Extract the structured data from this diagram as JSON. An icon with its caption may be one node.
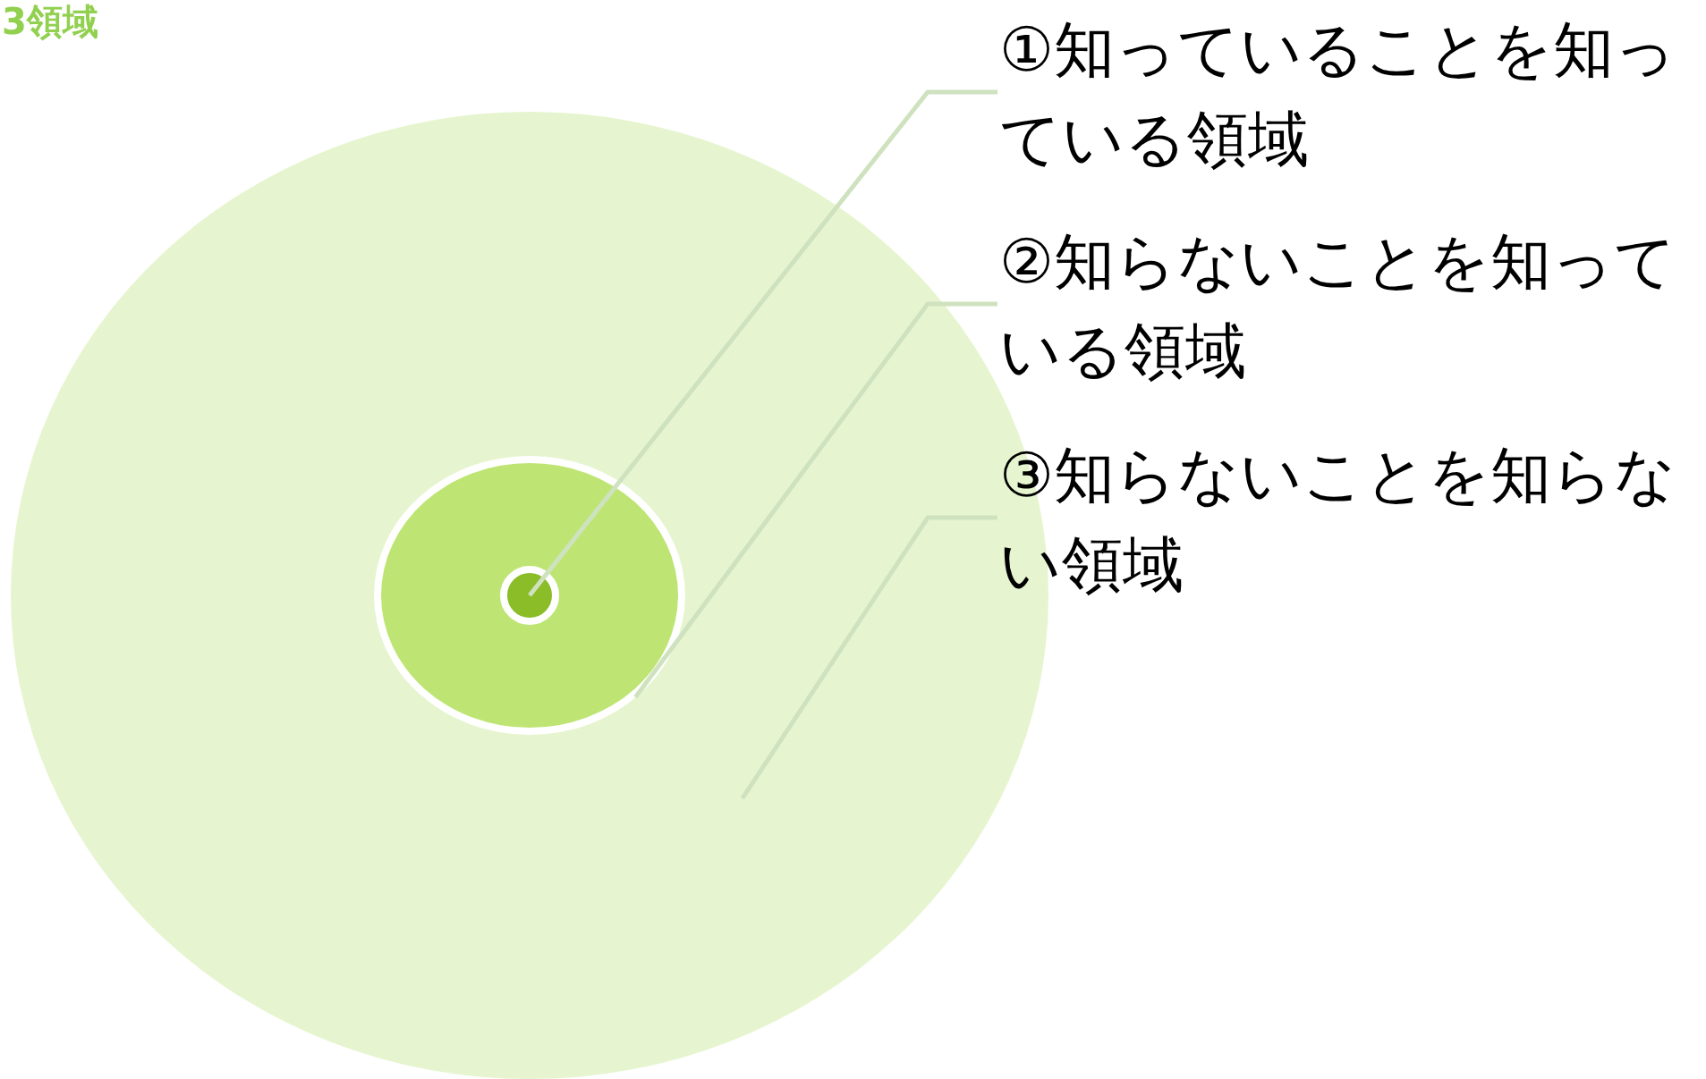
{
  "diagram": {
    "title": "3領域",
    "nodes": [
      {
        "text": [],
        "shape": "circle"
      },
      {
        "text": [],
        "shape": "circle",
        "in": 0
      },
      {
        "text": [],
        "shape": "circle",
        "in": 1
      },
      {
        "text": [
          "①知っていることを知っている領域"
        ]
      },
      {
        "text": [
          "②知らないことを知っている領域"
        ]
      },
      {
        "text": [
          "③知らないことを知らない領域"
        ]
      }
    ],
    "edges": [
      {
        "from": 3,
        "to": 2,
        "arrow": "none"
      },
      {
        "from": 4,
        "to": 1,
        "arrow": "none"
      },
      {
        "from": 5,
        "to": 0,
        "arrow": "none"
      }
    ]
  }
}
